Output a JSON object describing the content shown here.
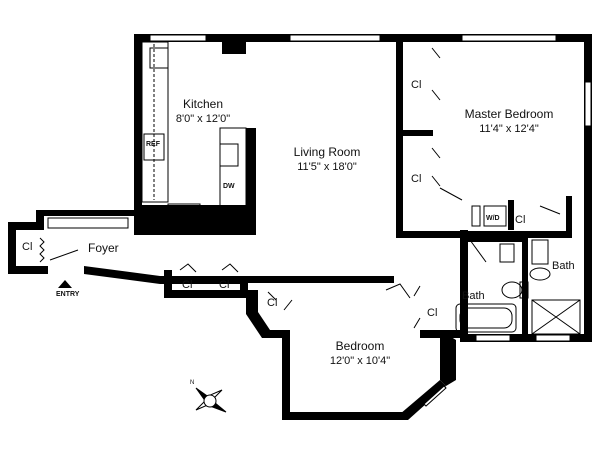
{
  "rooms": {
    "kitchen": {
      "name": "Kitchen",
      "dim": "8'0\" x 12'0\""
    },
    "living": {
      "name": "Living Room",
      "dim": "11'5\" x 18'0\""
    },
    "master": {
      "name": "Master Bedroom",
      "dim": "11'4\" x 12'4\""
    },
    "bedroom": {
      "name": "Bedroom",
      "dim": "12'0\" x 10'4\""
    },
    "foyer": {
      "name": "Foyer"
    },
    "bath_upper": {
      "name": "Bath"
    },
    "bath_lower": {
      "name": "Bath"
    }
  },
  "closets": {
    "label": "Cl",
    "foyer": "Cl",
    "hall_1": "Cl",
    "hall_2": "Cl",
    "master_1": "Cl",
    "master_2": "Cl",
    "bath": "Cl",
    "bedroom_1": "Cl",
    "bedroom_2": "Cl"
  },
  "fixtures": {
    "wd": "W/D",
    "dw": "DW",
    "fridge": "REF"
  },
  "entry": "ENTRY",
  "compass": "N"
}
